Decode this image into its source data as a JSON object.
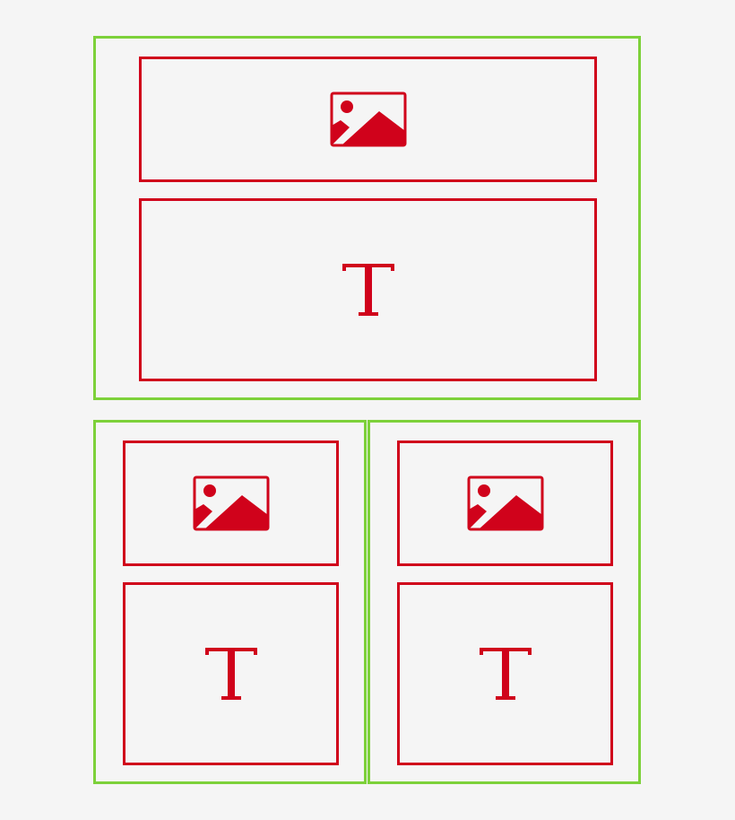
{
  "colors": {
    "background": "#f5f5f5",
    "container_border": "#7dd13a",
    "block_border": "#d0021b",
    "icon_fill": "#d0021b"
  },
  "layout_blocks": [
    {
      "role": "full-width-section",
      "children": [
        {
          "type": "image-placeholder",
          "icon": "image-icon"
        },
        {
          "type": "text-placeholder",
          "icon": "text-icon"
        }
      ]
    },
    {
      "role": "left-column-section",
      "children": [
        {
          "type": "image-placeholder",
          "icon": "image-icon"
        },
        {
          "type": "text-placeholder",
          "icon": "text-icon"
        }
      ]
    },
    {
      "role": "right-column-section",
      "children": [
        {
          "type": "image-placeholder",
          "icon": "image-icon"
        },
        {
          "type": "text-placeholder",
          "icon": "text-icon"
        }
      ]
    }
  ]
}
